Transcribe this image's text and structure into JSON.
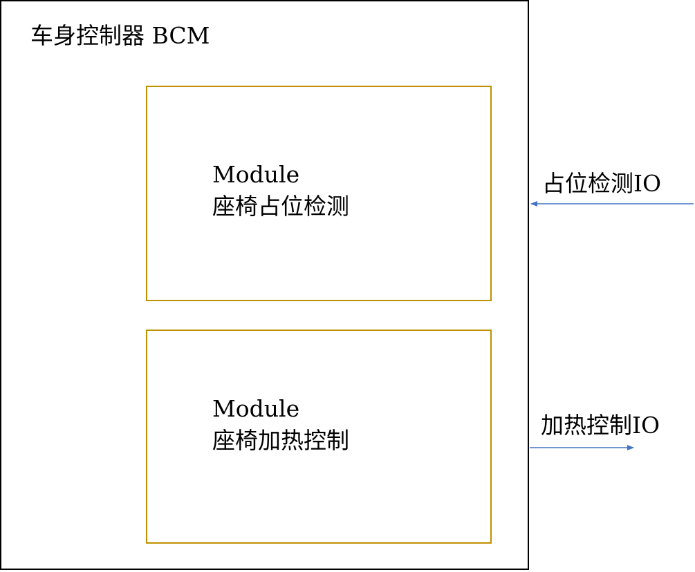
{
  "container": {
    "title": "车身控制器 BCM"
  },
  "modules": [
    {
      "line1": "Module",
      "line2": "座椅占位检测"
    },
    {
      "line1": "Module",
      "line2": "座椅加热控制"
    }
  ],
  "io": {
    "occupancy": {
      "label": "占位检测IO",
      "direction": "in"
    },
    "heating": {
      "label": "加热控制IO",
      "direction": "out"
    }
  },
  "colors": {
    "container_border": "#000000",
    "module_border": "#bf9000",
    "arrow": "#4472c4"
  }
}
